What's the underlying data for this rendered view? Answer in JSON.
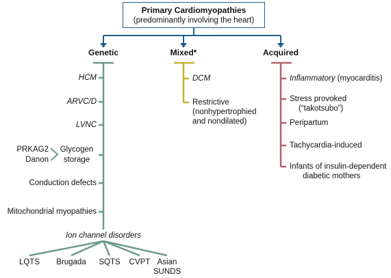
{
  "colors": {
    "blue": "#1f5f8b",
    "green": "#6a9a8a",
    "yellow": "#c9b033",
    "red": "#b5606a"
  },
  "title": {
    "line1": "Primary Cardiomyopathies",
    "line2": "(predominantly involving the heart)"
  },
  "genetic": {
    "heading": "Genetic",
    "items": [
      "HCM",
      "ARVC/D",
      "LVNC"
    ],
    "glycogen": {
      "left": [
        "PRKAG2",
        "Danon"
      ],
      "right": [
        "Glycogen",
        "storage"
      ]
    },
    "items2": [
      "Conduction defects",
      "Mitochondrial myopathies"
    ],
    "ion": {
      "label": "Ion channel disorders",
      "subtypes": [
        "LQTS",
        "Brugada",
        "SQTS",
        "CVPT",
        "Asian",
        "SUNDS"
      ]
    }
  },
  "mixed": {
    "heading": "Mixed*",
    "dcm": "DCM",
    "restrictive": [
      "Restrictive",
      "(nonhypertrophied",
      "and nondilated)"
    ]
  },
  "acquired": {
    "heading": "Acquired",
    "inflammatory": "Inflammatory",
    "inflammatory_suffix": " (myocarditis)",
    "stress": [
      "Stress provoked",
      "(“takotsubo”)"
    ],
    "peripartum": "Peripartum",
    "tachy": "Tachycardia-induced",
    "infants": [
      "Infants of insulin-dependent",
      "diabetic mothers"
    ]
  }
}
